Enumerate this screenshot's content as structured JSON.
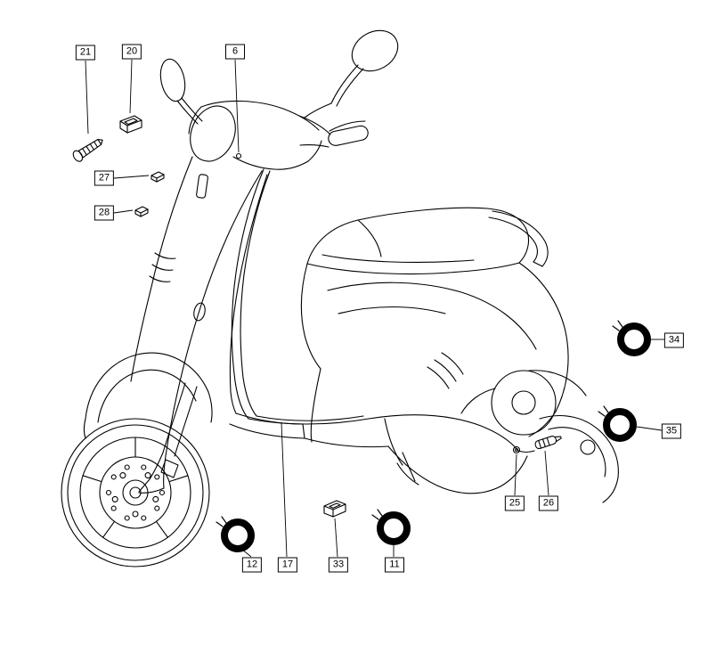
{
  "page": {
    "background_color": "#ffffff",
    "line_color": "#000000"
  },
  "diagram": {
    "callouts": [
      {
        "label": "21"
      },
      {
        "label": "20"
      },
      {
        "label": "6"
      },
      {
        "label": "27"
      },
      {
        "label": "28"
      },
      {
        "label": "34"
      },
      {
        "label": "35"
      },
      {
        "label": "25"
      },
      {
        "label": "26"
      },
      {
        "label": "12"
      },
      {
        "label": "17"
      },
      {
        "label": "33"
      },
      {
        "label": "11"
      }
    ]
  }
}
